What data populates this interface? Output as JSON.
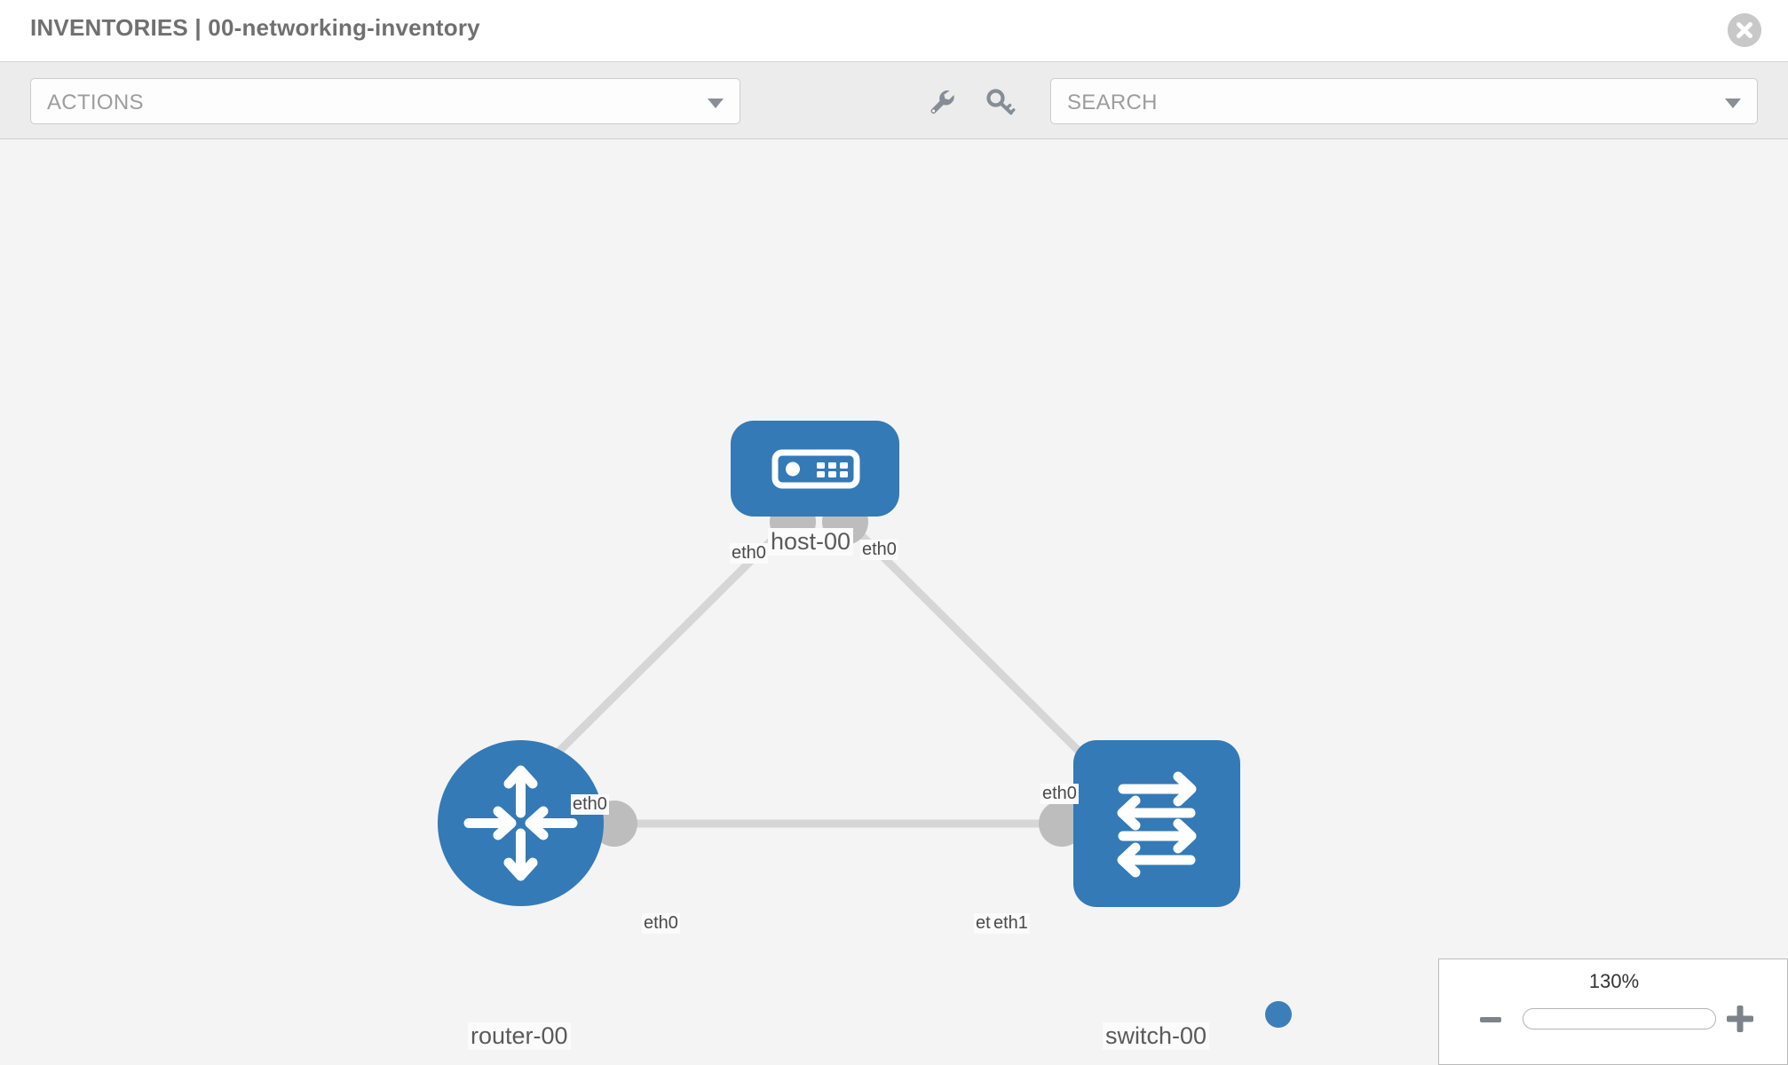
{
  "header": {
    "title": "INVENTORIES | 00-networking-inventory",
    "close_icon": "close-icon"
  },
  "toolbar": {
    "actions_label": "ACTIONS",
    "actions_caret_icon": "chevron-down-icon",
    "wrench_icon": "wrench-icon",
    "key_icon": "key-icon",
    "search_placeholder": "SEARCH",
    "search_value": "",
    "search_caret_icon": "chevron-down-icon"
  },
  "topology": {
    "nodes": [
      {
        "id": "host-00",
        "label": "host-00",
        "type": "host",
        "icon": "server-icon",
        "color": "#337ab7",
        "shape": "rounded-rect"
      },
      {
        "id": "router-00",
        "label": "router-00",
        "type": "router",
        "icon": "router-arrows-icon",
        "color": "#337ab7",
        "shape": "circle"
      },
      {
        "id": "switch-00",
        "label": "switch-00",
        "type": "switch",
        "icon": "switch-arrows-icon",
        "color": "#337ab7",
        "shape": "rounded-square"
      }
    ],
    "links": [
      {
        "source": "host-00",
        "target": "router-00",
        "source_interface": "eth0",
        "target_interface": "eth0"
      },
      {
        "source": "host-00",
        "target": "switch-00",
        "source_interface": "eth0",
        "target_interface": "eth0"
      },
      {
        "source": "router-00",
        "target": "switch-00",
        "source_interface": "eth0",
        "target_interface": "eth1"
      }
    ],
    "interface_labels": {
      "host_left": "eth0",
      "host_right": "eth0",
      "router_up": "eth0",
      "router_right": "eth0",
      "switch_up": "eth0",
      "switch_left_hidden": "eth",
      "switch_left": "eth1"
    },
    "link_color": "#d3d3d3",
    "connector_color": "#bdbdbd"
  },
  "zoom_control": {
    "value_label": "130%",
    "minus_icon": "minus-icon",
    "plus_icon": "plus-icon",
    "slider_name": "zoom-slider"
  }
}
